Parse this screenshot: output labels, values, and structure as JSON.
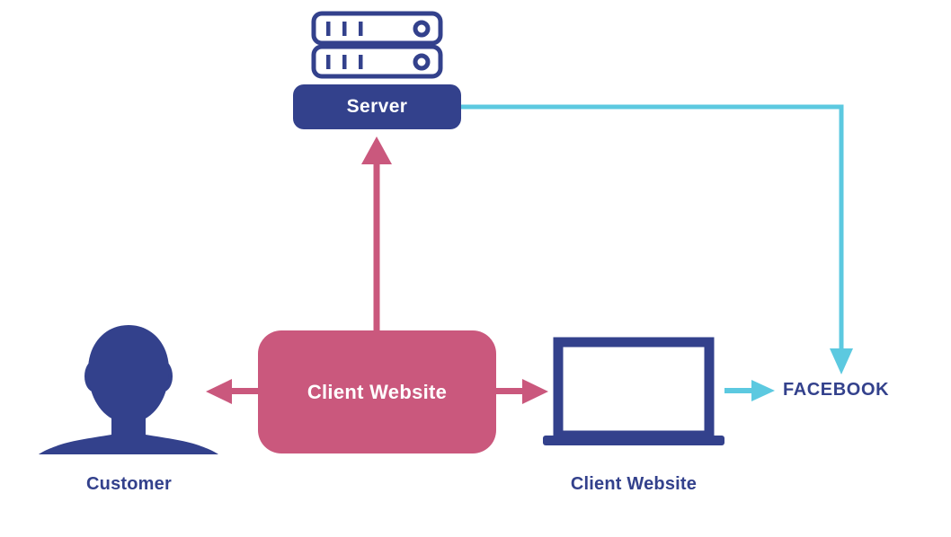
{
  "diagram": {
    "title": "Server / Client Website / Facebook data flow",
    "background_color": "#FFFFFF",
    "colors": {
      "navy": "#33418C",
      "pink": "#CA587D",
      "cyan": "#5CC9E0",
      "white": "#FFFFFF"
    },
    "nodes": {
      "server_box": {
        "label": "Server",
        "shape": "rounded-rect",
        "fill": "#33418C",
        "text_color": "#FFFFFF"
      },
      "server_icon": {
        "name": "server-rack-icon",
        "fill": "none",
        "stroke": "#33418C",
        "units": 2,
        "bars_per_unit": 3
      },
      "client_box": {
        "label": "Client Website",
        "shape": "rounded-rect",
        "fill": "#CA587D",
        "text_color": "#FFFFFF"
      },
      "customer": {
        "caption": "Customer",
        "icon": "person-silhouette-icon",
        "fill": "#33418C",
        "caption_color": "#33418C"
      },
      "laptop": {
        "caption": "Client Website",
        "icon": "laptop-icon",
        "stroke": "#33418C",
        "caption_color": "#33418C"
      },
      "facebook": {
        "label": "FACEBOOK",
        "text_color": "#33418C"
      }
    },
    "connectors": [
      {
        "name": "client-to-customer",
        "from": "client_box",
        "to": "customer",
        "color": "#CA587D",
        "direction": "left",
        "style": "solid"
      },
      {
        "name": "client-to-laptop",
        "from": "client_box",
        "to": "laptop",
        "color": "#CA587D",
        "direction": "right",
        "style": "solid"
      },
      {
        "name": "client-to-server",
        "from": "client_box",
        "to": "server_box",
        "color": "#CA587D",
        "direction": "up",
        "style": "solid"
      },
      {
        "name": "server-to-facebook",
        "from": "server_box",
        "to": "facebook",
        "color": "#5CC9E0",
        "direction": "down",
        "style": "elbow"
      },
      {
        "name": "laptop-to-facebook",
        "from": "laptop",
        "to": "facebook",
        "color": "#5CC9E0",
        "direction": "right",
        "style": "solid"
      }
    ]
  }
}
